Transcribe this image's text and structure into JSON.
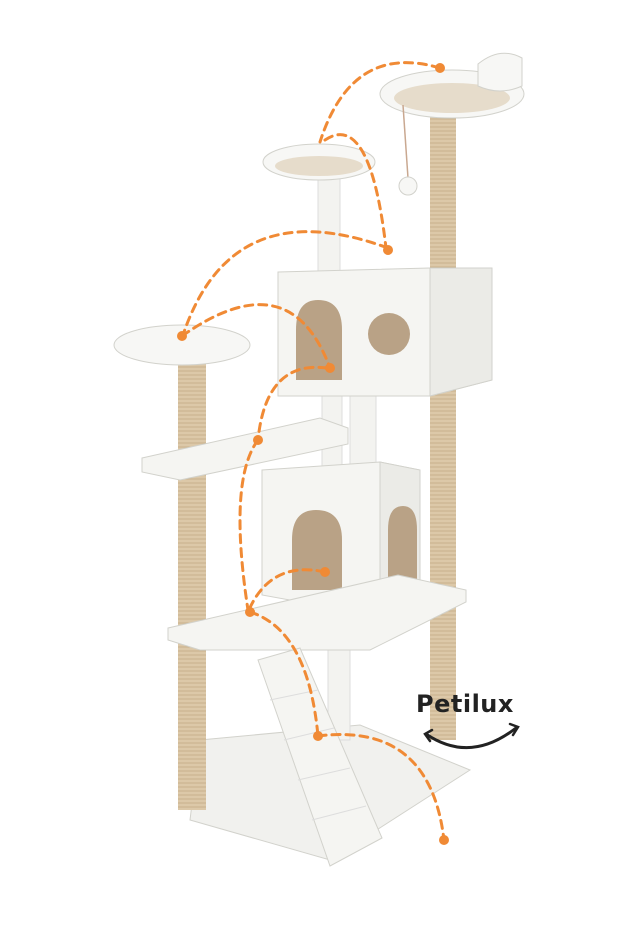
{
  "product": {
    "description_alt": "cat tree",
    "brand": "Petilux"
  },
  "colors": {
    "plush": "#f7f7f5",
    "plush_shade": "#e4e4e0",
    "plush_edge": "#d2d2cc",
    "sisal": "#dcc8a8",
    "sisal_dark": "#c2ab86",
    "interior": "#b9a286",
    "path": "#f08a35",
    "logo": "#222222"
  },
  "icons": [
    "smile-swoosh-icon",
    "jump-path-arrows"
  ]
}
